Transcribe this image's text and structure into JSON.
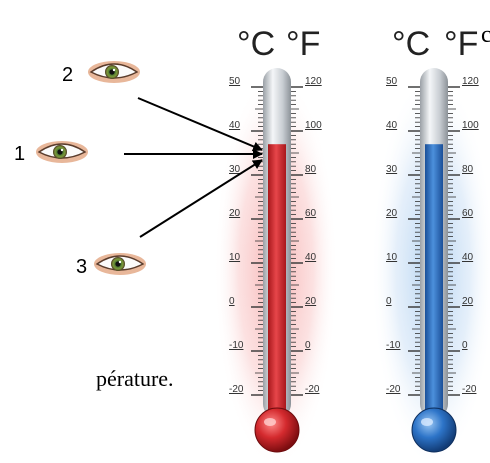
{
  "corner_text": "c",
  "eyes": [
    {
      "number": "2",
      "icon": "eye-icon"
    },
    {
      "number": "1",
      "icon": "eye-icon"
    },
    {
      "number": "3",
      "icon": "eye-icon"
    }
  ],
  "caption_fragment": "pérature.",
  "thermometers": [
    {
      "name": "red",
      "celsius_symbol": "°C",
      "fahrenheit_symbol": "°F",
      "celsius_ticks": [
        "50",
        "40",
        "30",
        "20",
        "10",
        "0",
        "-10",
        "-20"
      ],
      "fahrenheit_ticks": [
        "120",
        "100",
        "80",
        "60",
        "40",
        "20",
        "0",
        "-20"
      ],
      "fill_level_celsius": 37,
      "liquid_color": "#d42a2e",
      "glow_color": "#f8b8b8"
    },
    {
      "name": "blue",
      "celsius_symbol": "°C",
      "fahrenheit_symbol": "°F",
      "celsius_ticks": [
        "50",
        "40",
        "30",
        "20",
        "10",
        "0",
        "-10",
        "-20"
      ],
      "fahrenheit_ticks": [
        "120",
        "100",
        "80",
        "60",
        "40",
        "20",
        "0",
        "-20"
      ],
      "fill_level_celsius": 37,
      "liquid_color": "#2d74c8",
      "glow_color": "#bcd7f2"
    }
  ]
}
